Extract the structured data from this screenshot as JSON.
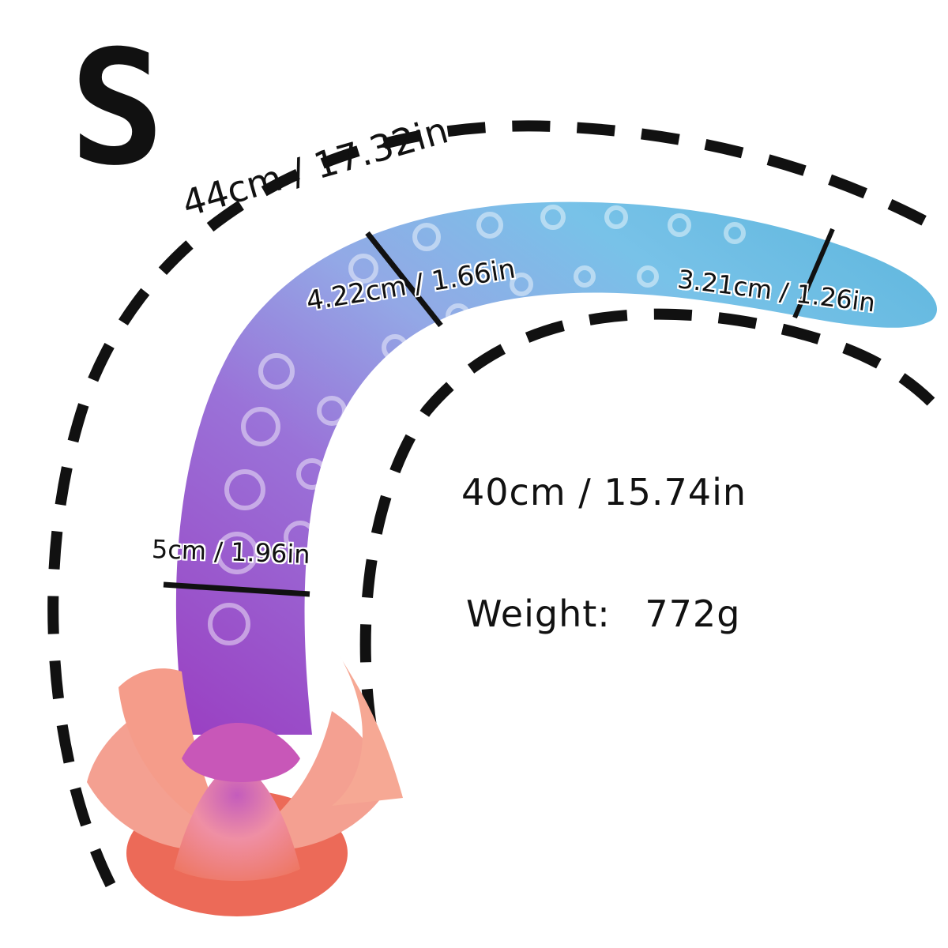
{
  "product": {
    "size_label": "S",
    "colors": {
      "tip": "#5fb7dc",
      "upper": "#8fb0e8",
      "middle": "#9a6fd6",
      "lower": "#9a4fc8",
      "base": "#f08a78",
      "base_deep": "#e8604f",
      "dashes": "#111111"
    }
  },
  "measurements": {
    "total_length": "44cm / 17.32in",
    "insertable_length": "40cm / 15.74in",
    "upper_diameter": "4.22cm / 1.66in",
    "tip_diameter": "3.21cm / 1.26in",
    "base_diameter": "5cm / 1.96in",
    "weight_label": "Weight:",
    "weight_value": "772g"
  }
}
